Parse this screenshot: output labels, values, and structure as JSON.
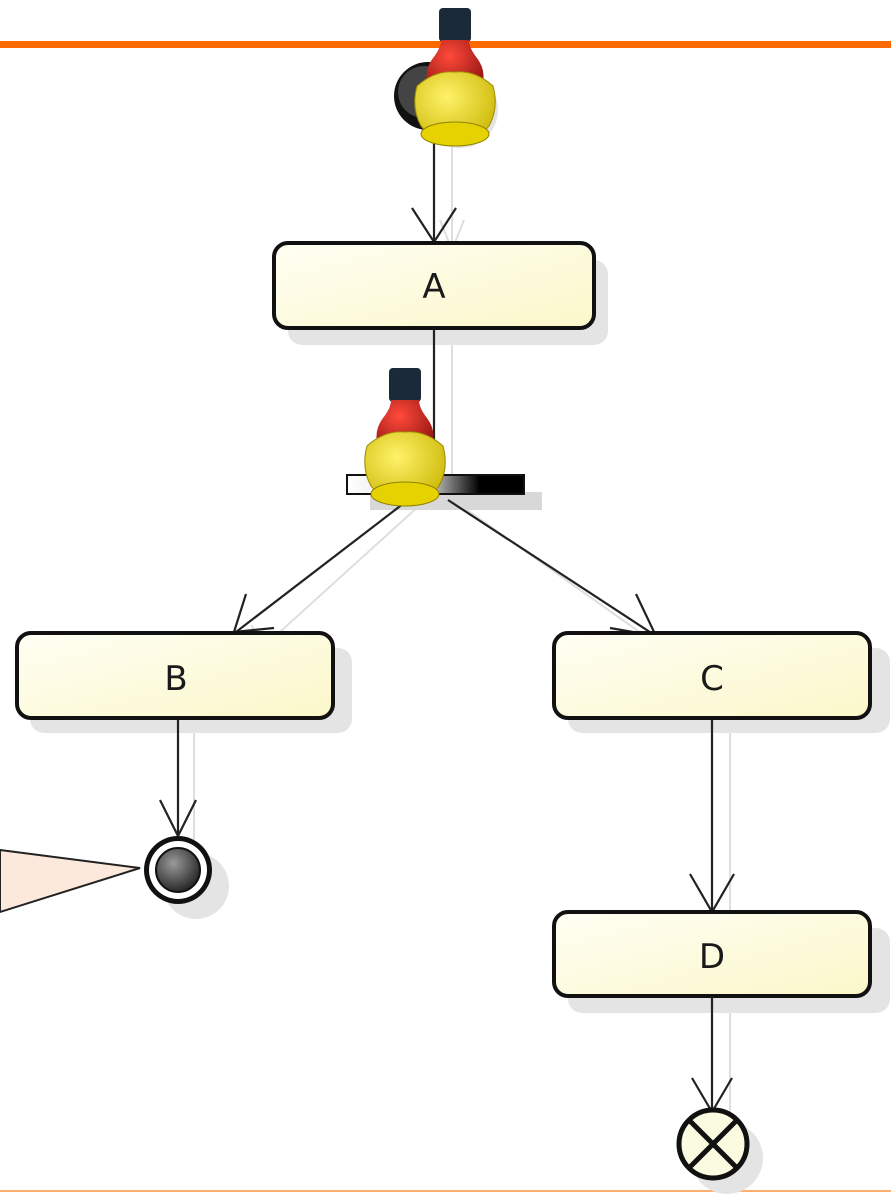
{
  "diagram": {
    "type": "uml-activity-diagram",
    "colors": {
      "accent_bar": "#ff6a00",
      "action_fill": "#ffffe0",
      "action_stroke": "#111111",
      "note_fill": "#fde9dc",
      "edge": "#222222"
    },
    "actions": [
      {
        "id": "A",
        "label": "A"
      },
      {
        "id": "B",
        "label": "B"
      },
      {
        "id": "C",
        "label": "C"
      },
      {
        "id": "D",
        "label": "D"
      }
    ],
    "special_nodes": [
      {
        "id": "start",
        "kind": "initial-node"
      },
      {
        "id": "fork",
        "kind": "fork-bar"
      },
      {
        "id": "end",
        "kind": "activity-final-node"
      },
      {
        "id": "flow_end",
        "kind": "flow-final-node"
      },
      {
        "id": "note",
        "kind": "note"
      }
    ],
    "edges": [
      {
        "from": "start",
        "to": "A"
      },
      {
        "from": "A",
        "to": "fork"
      },
      {
        "from": "fork",
        "to": "B"
      },
      {
        "from": "fork",
        "to": "C"
      },
      {
        "from": "B",
        "to": "end"
      },
      {
        "from": "C",
        "to": "D"
      },
      {
        "from": "D",
        "to": "flow_end"
      },
      {
        "from": "note",
        "to": "end"
      }
    ],
    "tokens": [
      {
        "at": "start",
        "icon": "bottle-token-icon"
      },
      {
        "at": "fork",
        "icon": "bottle-token-icon"
      }
    ]
  }
}
